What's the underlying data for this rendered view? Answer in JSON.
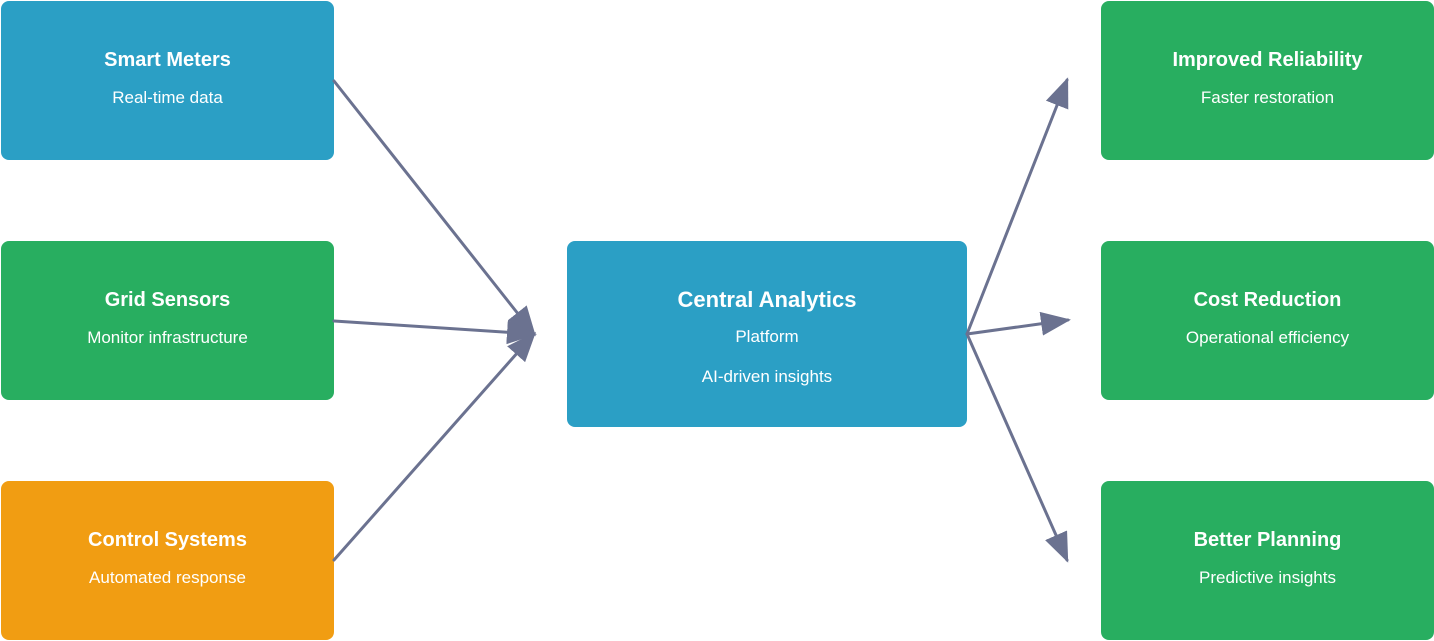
{
  "colors": {
    "blue": "#2b9fc5",
    "green": "#28ae60",
    "orange": "#f19d12",
    "arrow": "#6b7290"
  },
  "inputs": [
    {
      "title": "Smart Meters",
      "subtitle": "Real-time data",
      "color": "blue"
    },
    {
      "title": "Grid Sensors",
      "subtitle": "Monitor infrastructure",
      "color": "green"
    },
    {
      "title": "Control Systems",
      "subtitle": "Automated response",
      "color": "orange"
    }
  ],
  "center": {
    "title": "Central Analytics",
    "line1": "Platform",
    "line2": "AI-driven insights",
    "color": "blue"
  },
  "outputs": [
    {
      "title": "Improved Reliability",
      "subtitle": "Faster restoration",
      "color": "green"
    },
    {
      "title": "Cost Reduction",
      "subtitle": "Operational efficiency",
      "color": "green"
    },
    {
      "title": "Better Planning",
      "subtitle": "Predictive insights",
      "color": "green"
    }
  ]
}
